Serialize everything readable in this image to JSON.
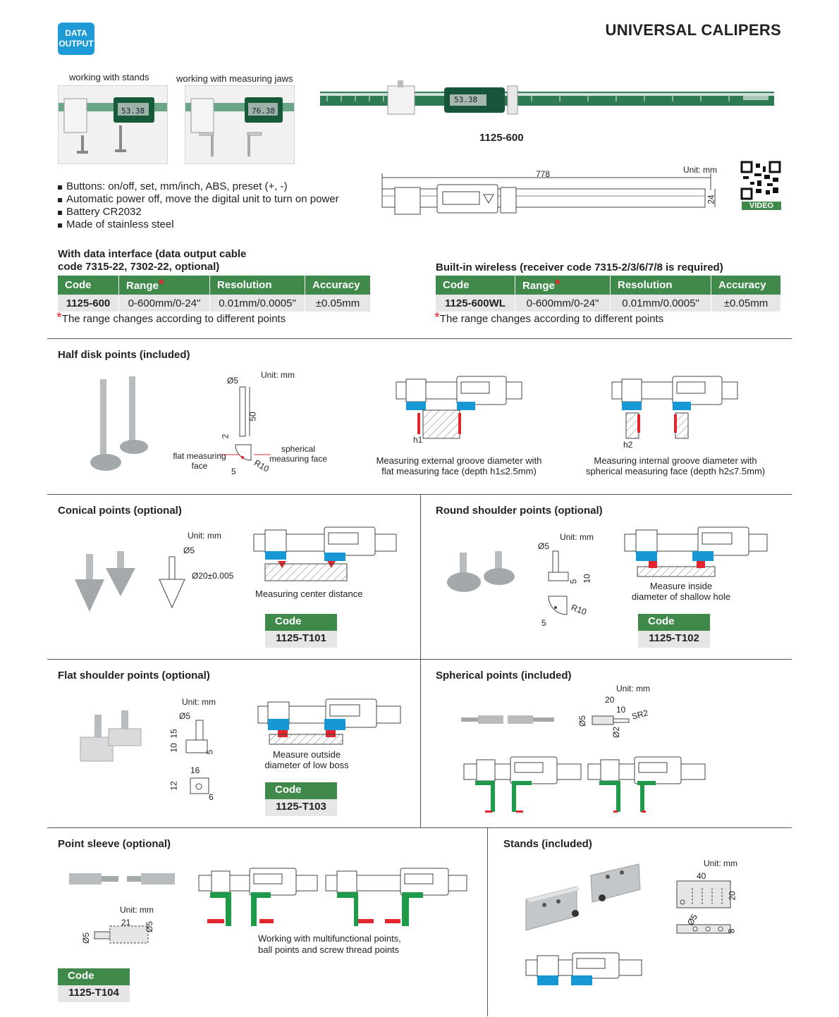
{
  "header": {
    "badge_line1": "DATA",
    "badge_line2": "OUTPUT",
    "title": "UNIVERSAL CALIPERS"
  },
  "photos": {
    "stands_caption": "working with stands",
    "jaws_caption": "working with measuring jaws",
    "product_code": "1125-600",
    "display_value": "53.38",
    "display_value_jaws": "76.38"
  },
  "dimension": {
    "unit": "Unit: mm",
    "length": "778",
    "height": "24",
    "video_label": "VIDEO"
  },
  "features": [
    "Buttons: on/off, set, mm/inch, ABS, preset (+, -)",
    "Automatic power off, move the digital unit to turn on power",
    "Battery CR2032",
    "Made of stainless steel"
  ],
  "data_interface": {
    "heading_line1": "With data interface (data output cable",
    "heading_line2": "code 7315-22, 7302-22, optional)",
    "columns": [
      "Code",
      "Range",
      "Resolution",
      "Accuracy"
    ],
    "row": [
      "1125-600",
      "0-600mm/0-24\"",
      "0.01mm/0.0005\"",
      "±0.05mm"
    ],
    "note": "The range changes according to different points",
    "star": "*"
  },
  "wireless": {
    "heading": "Built-in wireless (receiver code 7315-2/3/6/7/8 is required)",
    "columns": [
      "Code",
      "Range",
      "Resolution",
      "Accuracy"
    ],
    "row": [
      "1125-600WL",
      "0-600mm/0-24\"",
      "0.01mm/0.0005\"",
      "±0.05mm"
    ],
    "note": "The range changes according to different points",
    "star": "*"
  },
  "half_disk": {
    "heading": "Half disk points (included)",
    "unit": "Unit: mm",
    "dim_d5": "Ø5",
    "dim_50": "50",
    "dim_2": "2",
    "dim_5": "5",
    "dim_r10": "R10",
    "label_flat_1": "flat measuring",
    "label_flat_2": "face",
    "label_sph_1": "spherical",
    "label_sph_2": "measuring face",
    "h1": "h1",
    "h2": "h2",
    "caption_ext_1": "Measuring external groove diameter with",
    "caption_ext_2": "flat measuring face (depth h1≤2.5mm)",
    "caption_int_1": "Measuring internal groove diameter with",
    "caption_int_2": "spherical measuring face (depth h2≤7.5mm)"
  },
  "conical": {
    "heading": "Conical points (optional)",
    "unit": "Unit: mm",
    "dim_d5": "Ø5",
    "dim_d20": "Ø20±0.005",
    "caption": "Measuring center distance",
    "code_label": "Code",
    "code": "1125-T101"
  },
  "round_shoulder": {
    "heading": "Round shoulder points (optional)",
    "unit": "Unit: mm",
    "dim_d5": "Ø5",
    "dim_5": "5",
    "dim_10": "10",
    "dim_r10": "R10",
    "dim_5b": "5",
    "caption_1": "Measure inside",
    "caption_2": "diameter of shallow hole",
    "code_label": "Code",
    "code": "1125-T102"
  },
  "flat_shoulder": {
    "heading": "Flat shoulder points (optional)",
    "unit": "Unit: mm",
    "dim_d5": "Ø5",
    "dim_15": "15",
    "dim_10": "10",
    "dim_5": "5",
    "dim_16": "16",
    "dim_12": "12",
    "dim_6": "6",
    "caption_1": "Measure outside",
    "caption_2": "diameter of low boss",
    "code_label": "Code",
    "code": "1125-T103"
  },
  "spherical": {
    "heading": "Spherical points (included)",
    "unit": "Unit: mm",
    "dim_20": "20",
    "dim_10": "10",
    "dim_sr2": "SR2",
    "dim_d5": "Ø5",
    "dim_d2": "Ø2"
  },
  "sleeve": {
    "heading": "Point sleeve (optional)",
    "unit": "Unit: mm",
    "dim_21": "21",
    "dim_d5a": "Ø5",
    "dim_d5b": "Ø5",
    "caption_1": "Working with multifunctional points,",
    "caption_2": "ball points and screw thread points",
    "code_label": "Code",
    "code": "1125-T104"
  },
  "stands": {
    "heading": "Stands (included)",
    "unit": "Unit: mm",
    "dim_40": "40",
    "dim_20": "20",
    "dim_d5": "Ø5",
    "dim_8": "8"
  },
  "colors": {
    "green": "#3f8a4a",
    "blue": "#1e9bd7",
    "red": "#e3262d",
    "cyan_part": "#1797d4",
    "green_part": "#1f9a48"
  }
}
